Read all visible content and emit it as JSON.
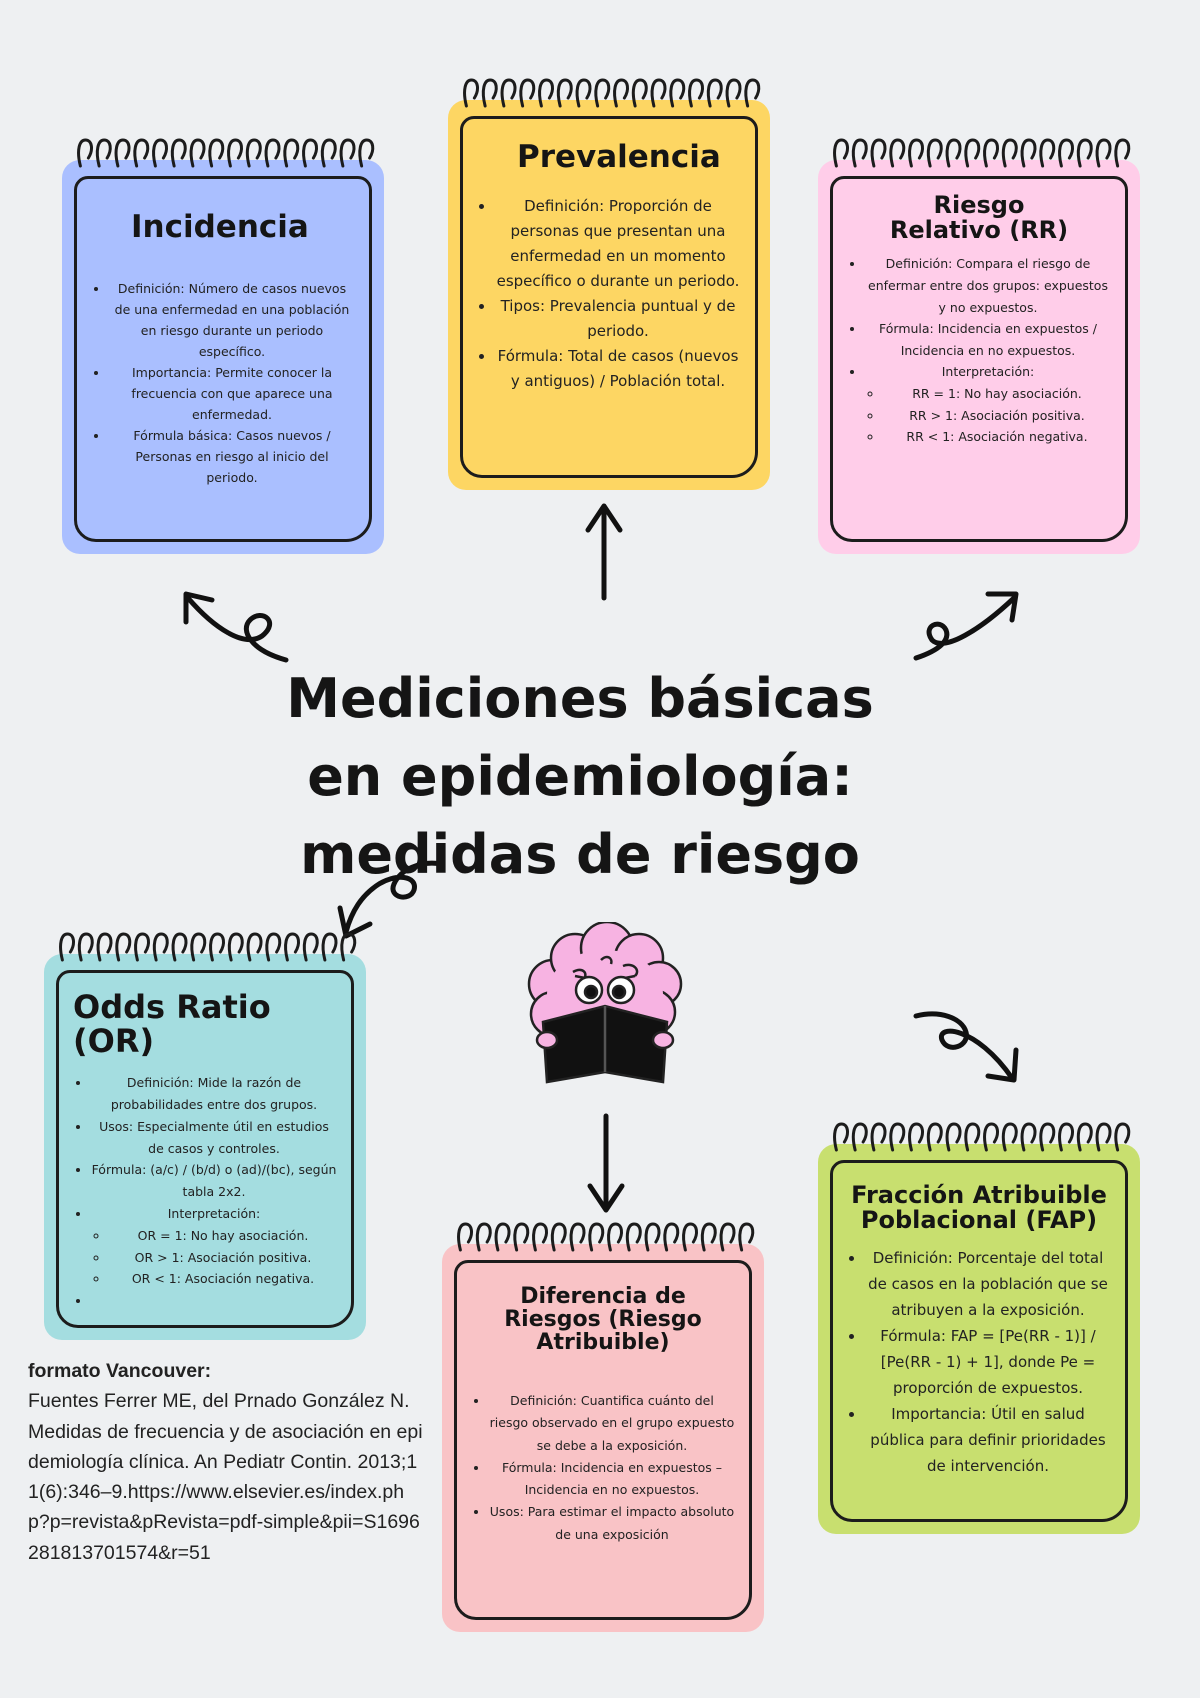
{
  "title": "Mediciones básicas en epidemiología: medidas de riesgo",
  "colors": {
    "background": "#eef0f2",
    "incidencia": "#aabfff",
    "prevalencia": "#fdd663",
    "riesgo_relativo": "#ffcde9",
    "odds_ratio": "#a4dde0",
    "diferencia_riesgos": "#f9c3c6",
    "fap": "#c8df6f"
  },
  "cards": {
    "incidencia": {
      "title": "Incidencia",
      "items": [
        "Definición: Número de casos nuevos de una enfermedad en una población en riesgo durante un periodo específico.",
        "Importancia: Permite conocer la frecuencia con que aparece una enfermedad.",
        "Fórmula básica: Casos nuevos / Personas en riesgo al inicio del periodo."
      ]
    },
    "prevalencia": {
      "title": "Prevalencia",
      "items": [
        "Definición: Proporción de personas que presentan una enfermedad en un momento específico o durante un periodo.",
        "Tipos: Prevalencia puntual y de periodo.",
        "Fórmula: Total de casos (nuevos y antiguos) / Población total."
      ]
    },
    "riesgo_relativo": {
      "title": "Riesgo Relativo (RR)",
      "items": [
        "Definición: Compara el riesgo de enfermar entre dos grupos: expuestos y no expuestos.",
        "Fórmula: Incidencia en expuestos / Incidencia en no expuestos.",
        "Interpretación:"
      ],
      "subitems": [
        "RR = 1: No hay asociación.",
        "RR > 1: Asociación positiva.",
        "RR < 1: Asociación negativa."
      ]
    },
    "odds_ratio": {
      "title": "Odds Ratio (OR)",
      "items": [
        "Definición: Mide la razón de probabilidades entre dos grupos.",
        "Usos: Especialmente útil en estudios de casos y controles.",
        "Fórmula: (a/c) / (b/d) o (ad)/(bc), según tabla 2x2.",
        "Interpretación:"
      ],
      "subitems": [
        "OR = 1: No hay asociación.",
        "OR > 1: Asociación positiva.",
        "OR < 1: Asociación negativa."
      ],
      "trailing_bullet": ""
    },
    "diferencia_riesgos": {
      "title": "Diferencia de Riesgos (Riesgo Atribuible)",
      "items": [
        "Definición: Cuantifica cuánto del riesgo observado en el grupo expuesto se debe a la exposición.",
        "Fórmula: Incidencia en expuestos – Incidencia en no expuestos.",
        "Usos: Para estimar el impacto absoluto de una exposición"
      ]
    },
    "fap": {
      "title": "Fracción Atribuible Poblacional (FAP)",
      "items": [
        "Definición: Porcentaje del total de casos en la población que se atribuyen a la exposición.",
        "Fórmula: FAP = [Pe(RR - 1)] / [Pe(RR - 1) + 1], donde Pe = proporción de expuestos.",
        "Importancia: Útil en salud pública para definir prioridades de intervención."
      ]
    }
  },
  "reference": {
    "label": "formato Vancouver:",
    "text": "Fuentes Ferrer ME, del Prnado González N. Medidas de frecuencia y de asociación en epidemiología clínica. An Pediatr Contin. 2013;11(6):346–9.https://www.elsevier.es/index.php?p=revista&pRevista=pdf-simple&pii=S1696281813701574&r=51"
  }
}
